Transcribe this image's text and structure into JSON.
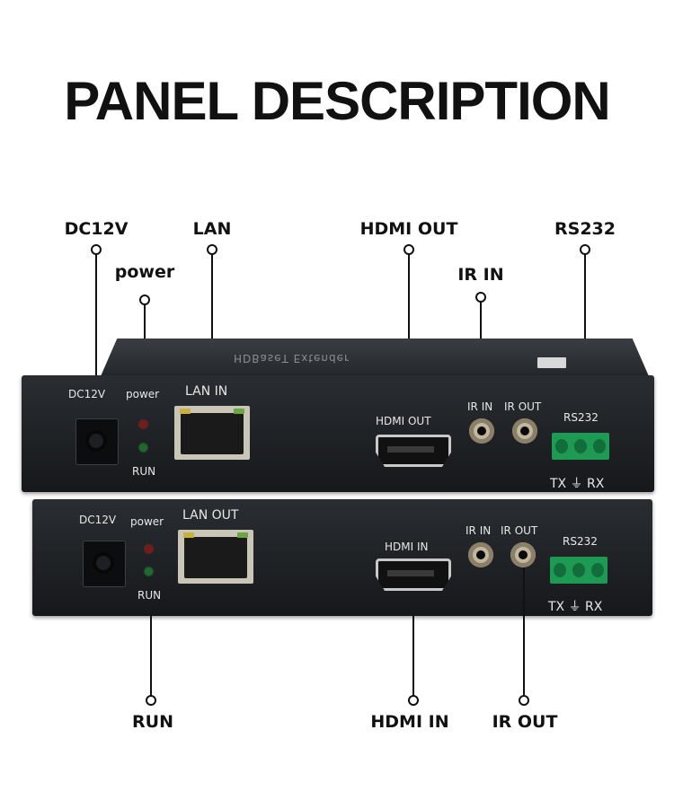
{
  "title": "PANEL DESCRIPTION",
  "callouts": {
    "dc12v": "DC12V",
    "power": "power",
    "lan": "LAN",
    "hdmi_out": "HDMI OUT",
    "ir_in": "IR IN",
    "rs232": "RS232",
    "run": "RUN",
    "hdmi_in": "HDMI IN",
    "ir_out": "IR OUT"
  },
  "receiver": {
    "top_text": "HDBaseT Extender",
    "dc12v": "DC12V",
    "power": "power",
    "run": "RUN",
    "lan_port": "LAN IN",
    "hdmi_port": "HDMI OUT",
    "ir_in": "IR IN",
    "ir_out": "IR OUT",
    "rs232": "RS232",
    "rs232_pins": "TX ⏚ RX"
  },
  "transmitter": {
    "dc12v": "DC12V",
    "power": "power",
    "run": "RUN",
    "lan_port": "LAN OUT",
    "hdmi_port": "HDMI IN",
    "ir_in": "IR IN",
    "ir_out": "IR OUT",
    "rs232": "RS232",
    "rs232_pins": "TX ⏚ RX"
  },
  "colors": {
    "device_body": "#1f2225",
    "terminal_green": "#1e9a55",
    "led_red": "#7a1a16",
    "led_green": "#1d6b2a"
  }
}
